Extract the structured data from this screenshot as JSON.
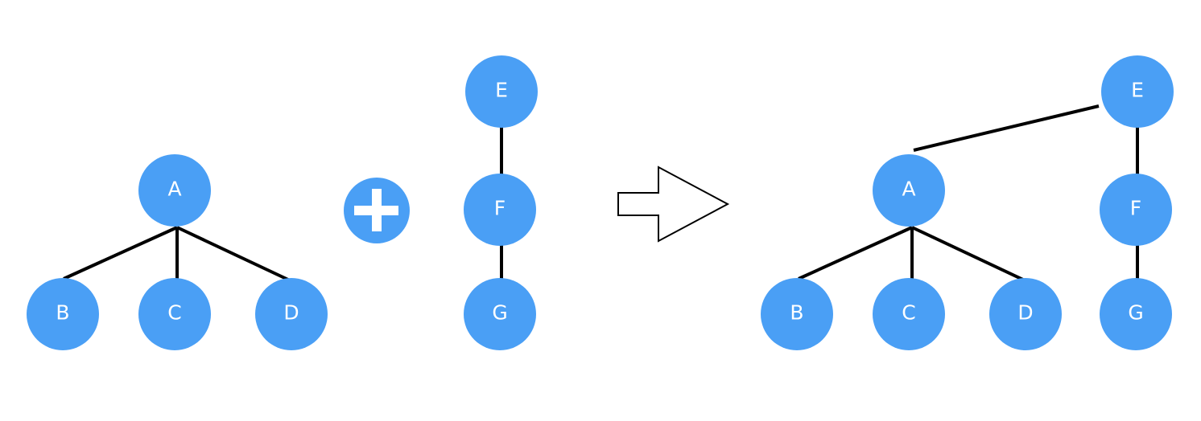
{
  "colors": {
    "node_fill": "#4a9ff5",
    "edge": "#000000",
    "label": "#ffffff",
    "arrow_stroke": "#000000",
    "arrow_fill": "#ffffff"
  },
  "icons": {
    "operator": "plus-icon",
    "transition": "right-arrow-icon"
  },
  "left_tree": {
    "root": "A",
    "children": [
      "B",
      "C",
      "D"
    ]
  },
  "middle_tree": {
    "nodes": [
      "E",
      "F",
      "G"
    ]
  },
  "result_tree": {
    "root": "E",
    "left_subtree": {
      "root": "A",
      "children": [
        "B",
        "C",
        "D"
      ]
    },
    "right_chain": [
      "F",
      "G"
    ]
  }
}
